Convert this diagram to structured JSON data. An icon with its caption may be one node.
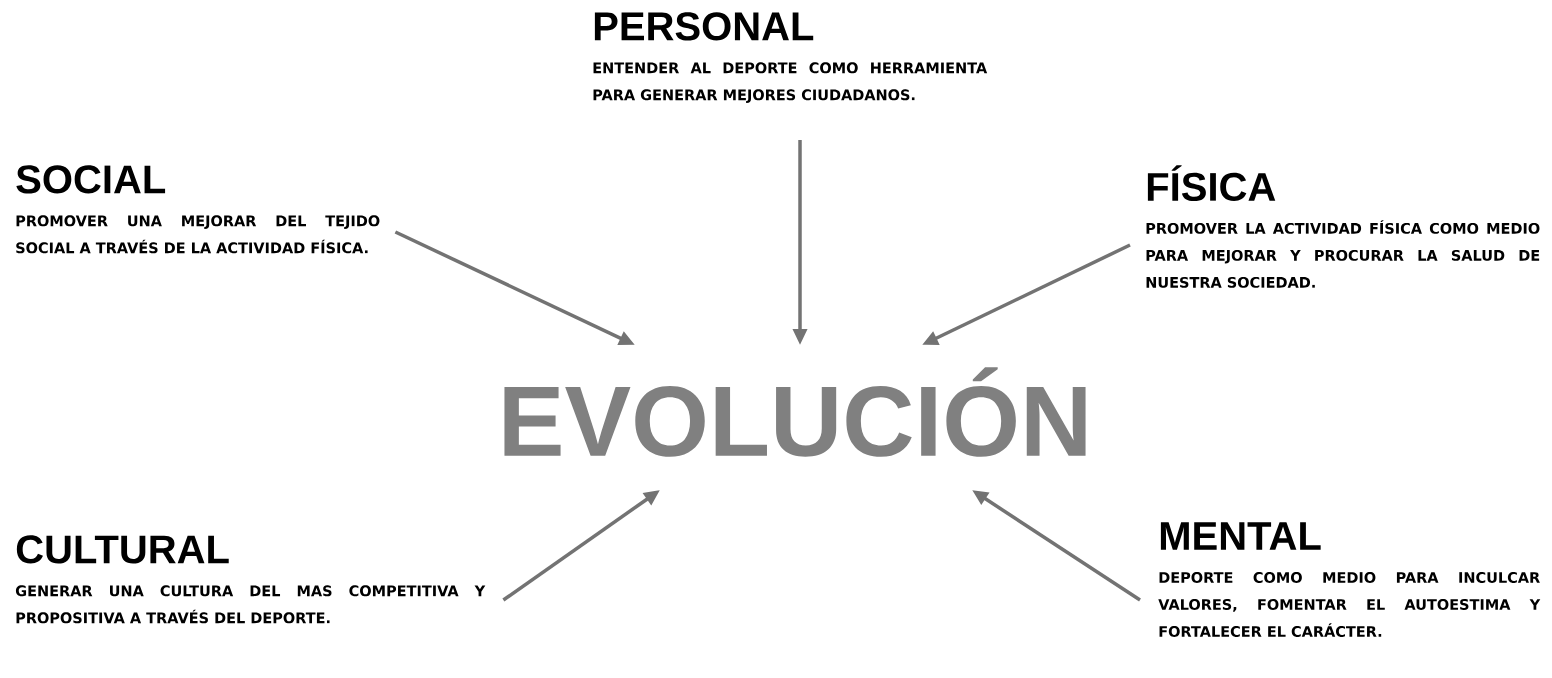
{
  "diagram": {
    "nodes": [
      {
        "text": [
          "PERSONAL",
          "ENTENDER AL DEPORTE COMO HERRAMIENTA PARA GENERAR MEJORES CIUDADANOS."
        ]
      },
      {
        "text": [
          "SOCIAL",
          "PROMOVER UNA MEJORAR DEL TEJIDO SOCIAL A TRAVÉS DE LA ACTIVIDAD FÍSICA."
        ]
      },
      {
        "text": [
          "FÍSICA",
          "PROMOVER LA ACTIVIDAD FÍSICA COMO MEDIO PARA MEJORAR Y PROCURAR LA SALUD DE NUESTRA SOCIEDAD."
        ]
      },
      {
        "text": [
          "EVOLUCIÓN"
        ]
      },
      {
        "text": [
          "CULTURAL",
          "GENERAR UNA CULTURA DEL MAS COMPETITIVA Y PROPOSITIVA A TRAVÉS DEL DEPORTE."
        ]
      },
      {
        "text": [
          "MENTAL",
          "DEPORTE COMO MEDIO PARA INCULCAR VALORES, FOMENTAR EL AUTOESTIMA Y FORTALECER EL CARÁCTER."
        ]
      }
    ],
    "edges": [
      {
        "from": 0,
        "to": 3,
        "arrow": "to"
      },
      {
        "from": 1,
        "to": 3,
        "arrow": "to"
      },
      {
        "from": 2,
        "to": 3,
        "arrow": "to"
      },
      {
        "from": 4,
        "to": 3,
        "arrow": "to"
      },
      {
        "from": 5,
        "to": 3,
        "arrow": "to"
      }
    ]
  }
}
